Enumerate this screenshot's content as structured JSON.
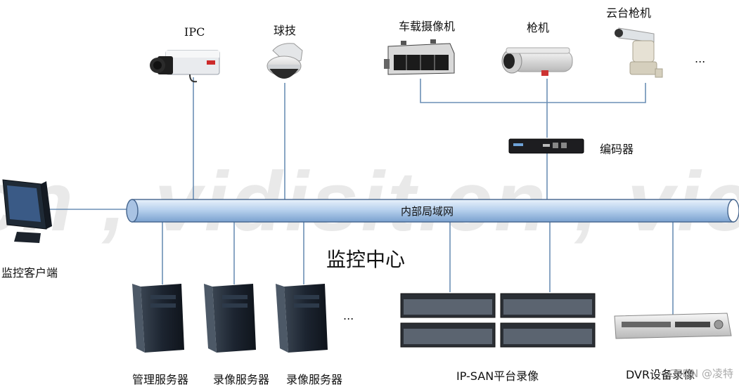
{
  "watermark": "cn , vidisit.cn , vic",
  "footer_watermark": "CSDN @凌特",
  "network": {
    "label": "内部局域网"
  },
  "center_label": "监控中心",
  "devices": {
    "ipc": "IPC",
    "dome": "球技",
    "vehicle_camera": "车载摄像机",
    "bullet_camera": "枪机",
    "ptz_camera": "云台枪机",
    "more_cameras": "...",
    "encoder": "编码器",
    "client": "监控客户端",
    "mgmt_server": "管理服务器",
    "rec_server_1": "录像服务器",
    "rec_server_2": "录像服务器",
    "more_servers": "...",
    "ipsan": "IP-SAN平台录像",
    "dvr": "DVR设备录像"
  }
}
